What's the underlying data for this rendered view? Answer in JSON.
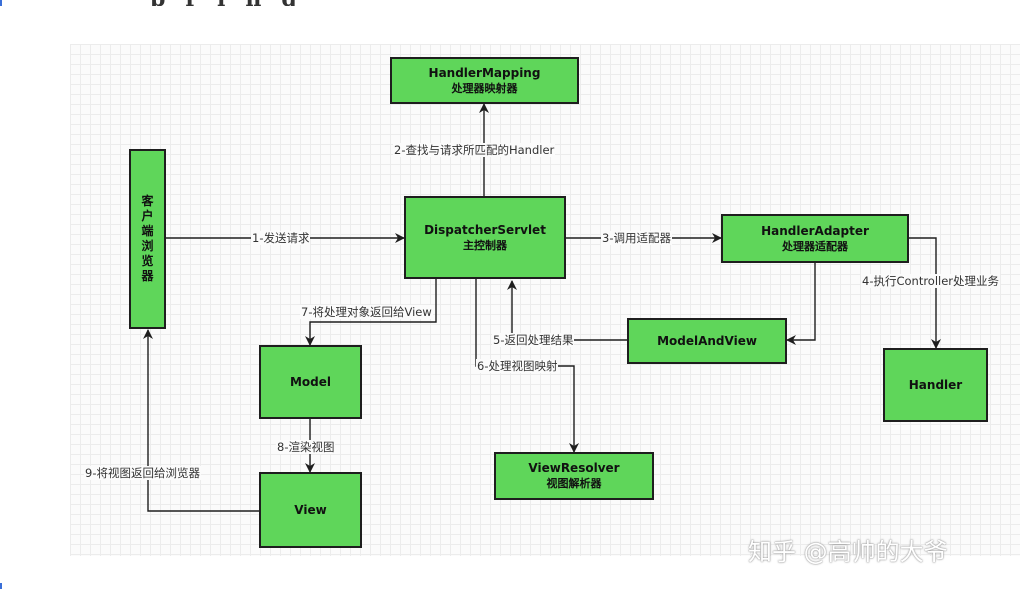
{
  "header_fragment": "pring",
  "nodes": {
    "handler_mapping": {
      "line1": "HandlerMapping",
      "line2": "处理器映射器"
    },
    "client": {
      "chars": [
        "客",
        "户",
        "端",
        "浏",
        "览",
        "器"
      ]
    },
    "dispatcher": {
      "line1": "DispatcherServlet",
      "line2": "主控制器"
    },
    "handler_adapter": {
      "line1": "HandlerAdapter",
      "line2": "处理器适配器"
    },
    "model_and_view": {
      "line1": "ModelAndView"
    },
    "handler": {
      "line1": "Handler"
    },
    "model": {
      "line1": "Model"
    },
    "view": {
      "line1": "View"
    },
    "view_resolver": {
      "line1": "ViewResolver",
      "line2": "视图解析器"
    }
  },
  "edges": {
    "e1": "1-发送请求",
    "e2": "2-查找与请求所匹配的Handler",
    "e3": "3-调用适配器",
    "e4": "4-执行Controller处理业务",
    "e5": "5-返回处理结果",
    "e6": "6-处理视图映射",
    "e7": "7-将处理对象返回给View",
    "e8": "8-渲染视图",
    "e9": "9-将视图返回给浏览器"
  },
  "watermark": "知乎 @高帅的大爷",
  "colors": {
    "node_fill": "#5fd65a",
    "stroke": "#1e1e1e"
  }
}
